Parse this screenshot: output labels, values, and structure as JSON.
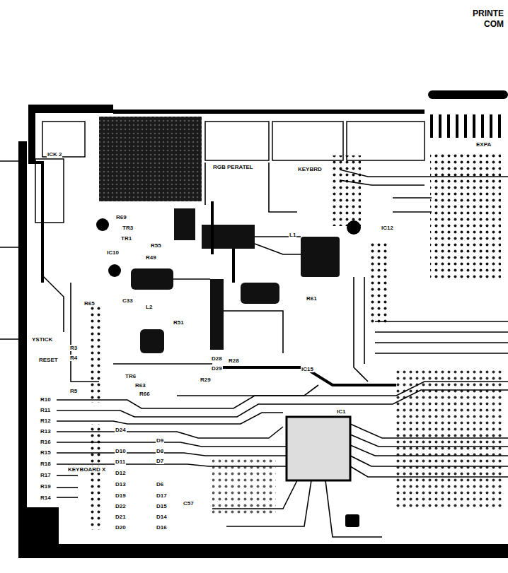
{
  "diagram": {
    "title": "PRINTE COM",
    "labels": [
      "ICK 2",
      "RGB PERATEL",
      "KEYBRD",
      "EXPA",
      "R69",
      "TR3",
      "TR1",
      "R55",
      "IC10",
      "R49",
      "C33",
      "L2",
      "R51",
      "R65",
      "L1",
      "IC12",
      "R61",
      "YSTICK",
      "R3",
      "R4",
      "RESET",
      "R5",
      "TR6",
      "R63",
      "R66",
      "R29",
      "R28",
      "D28",
      "D29",
      "IC15",
      "IC1",
      "R10",
      "R11",
      "R12",
      "R13",
      "R16",
      "R15",
      "R18",
      "R17",
      "R19",
      "R14",
      "KEYBOARD X",
      "D24",
      "D9",
      "D10",
      "D8",
      "D11",
      "D7",
      "D12",
      "D13",
      "D6",
      "D19",
      "D17",
      "D22",
      "D15",
      "D21",
      "D14",
      "D20",
      "D16",
      "C57"
    ]
  }
}
